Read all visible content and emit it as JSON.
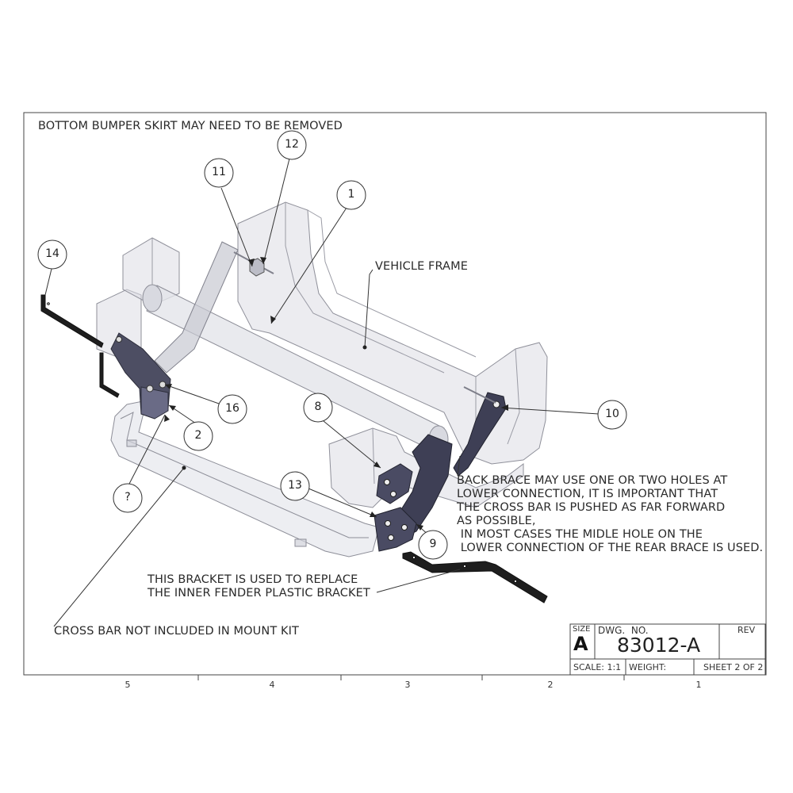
{
  "notes": {
    "bumper_skirt": "BOTTOM BUMPER SKIRT MAY NEED TO BE REMOVED",
    "vehicle_frame": "VEHICLE FRAME",
    "back_brace": [
      "BACK BRACE MAY USE ONE OR TWO HOLES AT",
      "LOWER CONNECTION, IT IS IMPORTANT THAT",
      "THE CROSS BAR IS PUSHED AS FAR FORWARD",
      "AS POSSIBLE,",
      " IN MOST CASES THE MIDLE HOLE ON THE",
      " LOWER CONNECTION OF THE REAR BRACE IS USED."
    ],
    "bracket": [
      "THIS BRACKET IS USED TO REPLACE",
      "THE INNER FENDER PLASTIC BRACKET"
    ],
    "cross_bar": "CROSS BAR NOT INCLUDED IN MOUNT KIT"
  },
  "balloons": [
    "12",
    "11",
    "1",
    "14",
    "16",
    "2",
    "8",
    "10",
    "13",
    "?",
    "9"
  ],
  "zones": [
    "5",
    "4",
    "3",
    "2",
    "1"
  ],
  "title_block": {
    "size_label": "SIZE",
    "size_value": "A",
    "dwg_label": "DWG.  NO.",
    "dwg_number": "83012-A",
    "rev_label": "REV",
    "scale": "SCALE: 1:1",
    "weight": "WEIGHT:",
    "sheet": "SHEET 2 OF 2"
  }
}
